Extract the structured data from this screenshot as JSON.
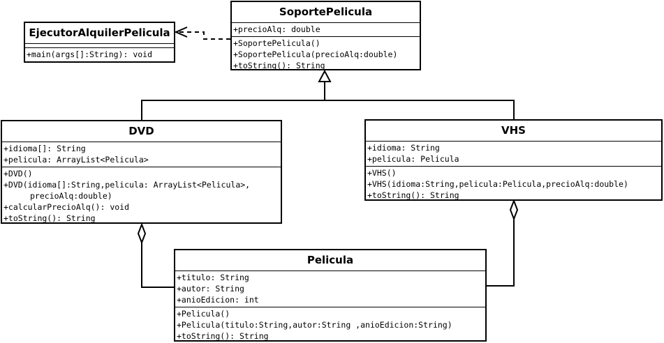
{
  "classes": {
    "soporte": {
      "name": "SoportePelicula",
      "attributes": [
        "+precioAlq: double"
      ],
      "methods": [
        "+SoportePelicula()",
        "+SoportePelicula(precioAlq:double)",
        "+toString(): String"
      ]
    },
    "ejecutor": {
      "name": "EjecutorAlquilerPelicula",
      "attributes": [],
      "methods": [
        "+main(args[]:String): void"
      ]
    },
    "dvd": {
      "name": "DVD",
      "attributes": [
        "+idioma[]: String",
        "+pelicula: ArrayList<Pelicula>"
      ],
      "methods": [
        "+DVD()",
        "+DVD(idioma[]:String,pelicula: ArrayList<Pelicula>,",
        "precioAlq:double)",
        "+calcularPrecioAlq(): void",
        "+toString(): String"
      ]
    },
    "vhs": {
      "name": "VHS",
      "attributes": [
        "+idioma: String",
        "+pelicula: Pelicula"
      ],
      "methods": [
        "+VHS()",
        "+VHS(idioma:String,pelicula:Pelicula,precioAlq:double)",
        "+toString(): String"
      ]
    },
    "pelicula": {
      "name": "Pelicula",
      "attributes": [
        "+titulo: String",
        "+autor: String",
        "+anioEdicion: int"
      ],
      "methods": [
        "+Pelicula()",
        "+Pelicula(titulo:String,autor:String ,anioEdicion:String)",
        "+toString(): String"
      ]
    }
  }
}
